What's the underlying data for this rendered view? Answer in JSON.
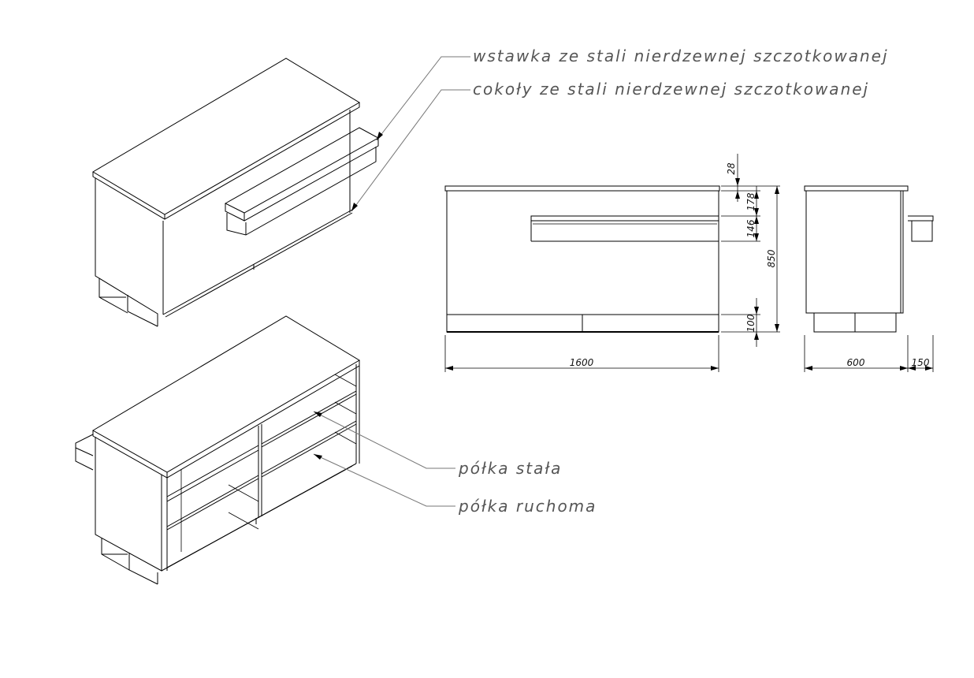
{
  "annotations": {
    "insert_label": "wstawka ze stali nierdzewnej szczotkowanej",
    "plinth_label": "cokoły ze stali nierdzewnej szczotkowanej",
    "fixed_shelf_label": "półka stała",
    "movable_shelf_label": "półka ruchoma"
  },
  "dimensions": {
    "top_thickness": "28",
    "top_to_insert": "178",
    "insert_height": "146",
    "total_height": "850",
    "plinth_height": "100",
    "width": "1600",
    "depth": "600",
    "insert_depth": "150"
  }
}
